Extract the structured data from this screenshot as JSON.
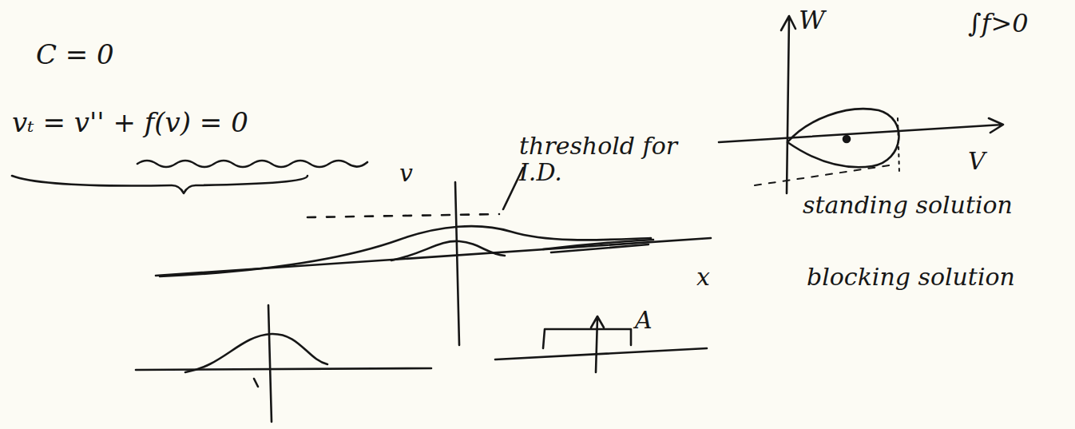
{
  "diagram": {
    "labels": [
      "C = 0",
      "vₜ = v'' + f(v) = 0",
      "v",
      "threshold for I.D.",
      "x",
      "A",
      "W",
      "∫f>0",
      "V",
      "standing solution",
      "blocking solution"
    ]
  }
}
